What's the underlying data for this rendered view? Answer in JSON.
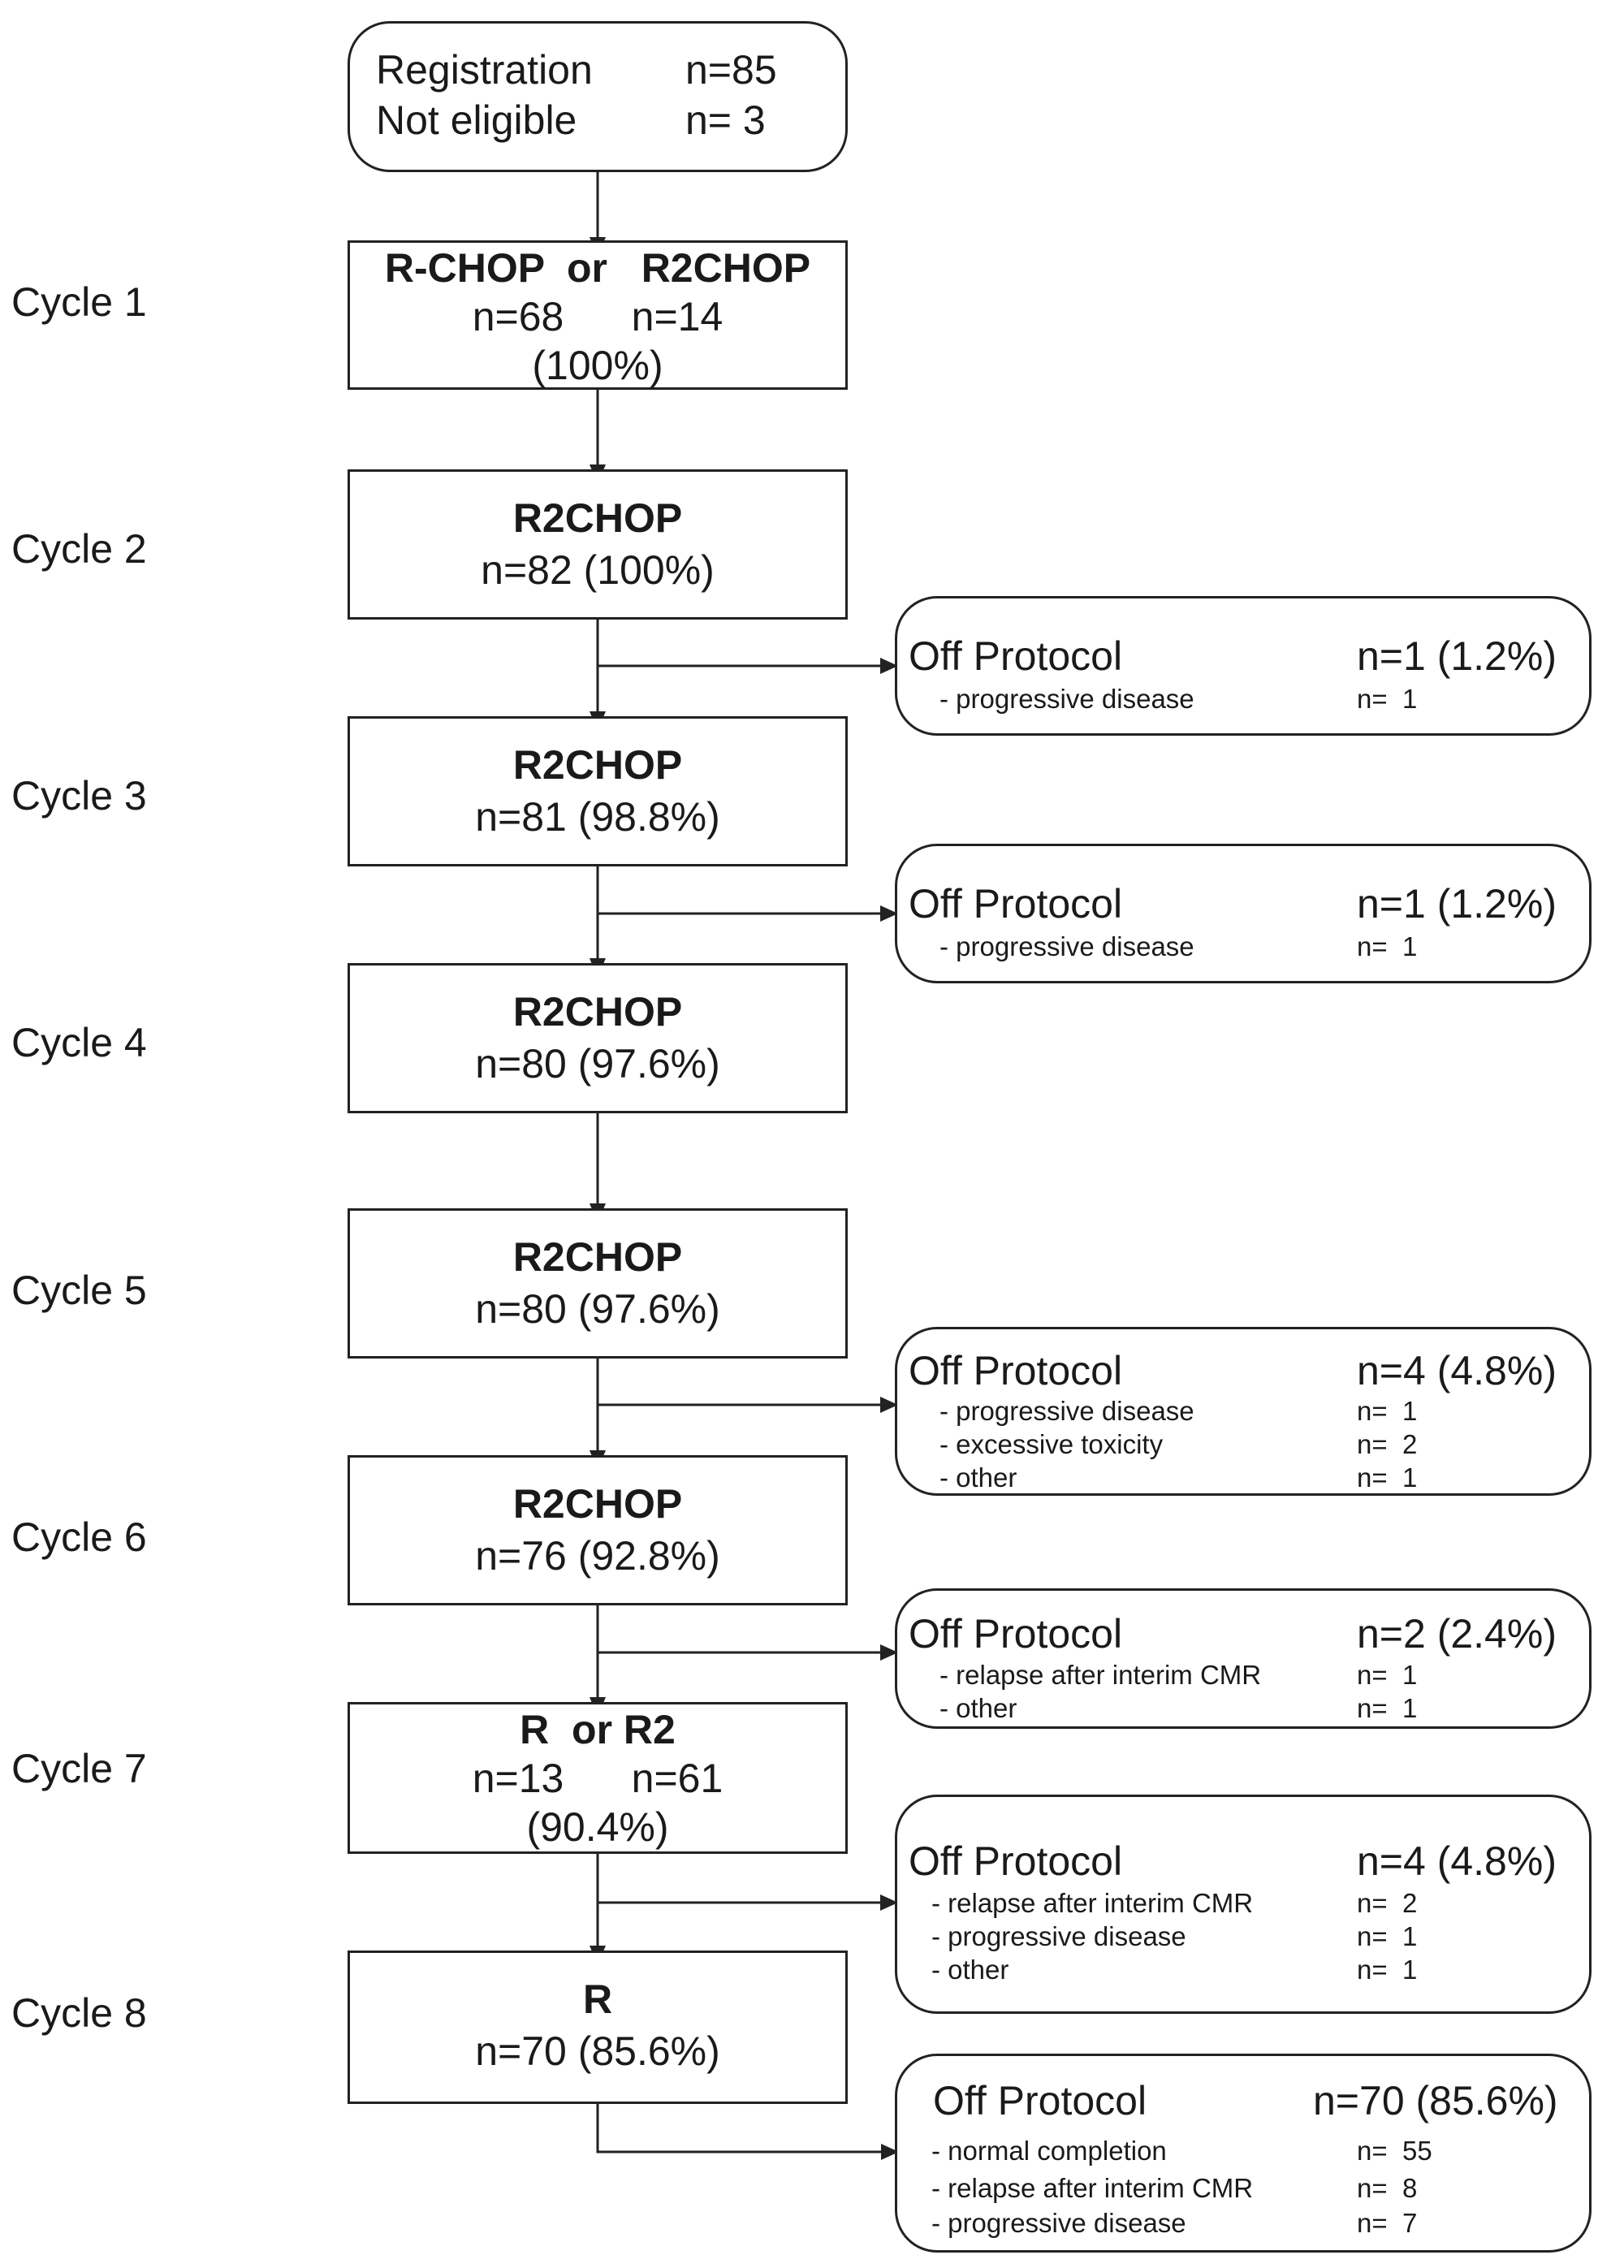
{
  "registration": {
    "rows": [
      {
        "label": "Registration",
        "value": "n=85"
      },
      {
        "label": "Not eligible",
        "value": "n=  3"
      }
    ]
  },
  "cycles": [
    {
      "label": "Cycle 1",
      "title": "R-CHOP  or   R2CHOP",
      "count_line": "n=68      n=14",
      "pct": "(100%)"
    },
    {
      "label": "Cycle 2",
      "title": "R2CHOP",
      "count_line": "n=82 (100%)"
    },
    {
      "label": "Cycle 3",
      "title": "R2CHOP",
      "count_line": "n=81 (98.8%)"
    },
    {
      "label": "Cycle 4",
      "title": "R2CHOP",
      "count_line": "n=80 (97.6%)"
    },
    {
      "label": "Cycle 5",
      "title": "R2CHOP",
      "count_line": "n=80 (97.6%)"
    },
    {
      "label": "Cycle 6",
      "title": "R2CHOP",
      "count_line": "n=76 (92.8%)"
    },
    {
      "label": "Cycle 7",
      "title": "R  or R2",
      "count_line": "n=13      n=61",
      "pct": "(90.4%)"
    },
    {
      "label": "Cycle 8",
      "title": "R",
      "count_line": "n=70 (85.6%)"
    }
  ],
  "off_protocol": [
    {
      "title": "Off Protocol",
      "total": "n=1 (1.2%)",
      "reasons": [
        {
          "reason": "- progressive disease",
          "n": "n=  1"
        }
      ]
    },
    {
      "title": "Off Protocol",
      "total": "n=1 (1.2%)",
      "reasons": [
        {
          "reason": "- progressive disease",
          "n": "n=  1"
        }
      ]
    },
    {
      "title": "Off Protocol",
      "total": "n=4 (4.8%)",
      "reasons": [
        {
          "reason": "- progressive disease",
          "n": "n=  1"
        },
        {
          "reason": "- excessive toxicity",
          "n": "n=  2"
        },
        {
          "reason": "- other",
          "n": "n=  1"
        }
      ]
    },
    {
      "title": "Off Protocol",
      "total": "n=2 (2.4%)",
      "reasons": [
        {
          "reason": "- relapse after interim CMR",
          "n": "n=  1"
        },
        {
          "reason": "- other",
          "n": "n=  1"
        }
      ]
    },
    {
      "title": "Off Protocol",
      "total": "n=4 (4.8%)",
      "reasons": [
        {
          "reason": "- relapse after interim CMR",
          "n": "n=  2"
        },
        {
          "reason": "- progressive disease",
          "n": "n=  1"
        },
        {
          "reason": "- other",
          "n": "n=  1"
        }
      ]
    },
    {
      "title": "Off Protocol",
      "total": "n=70 (85.6%)",
      "reasons": [
        {
          "reason": "- normal completion",
          "n": "n=  55"
        },
        {
          "reason": "- relapse after interim CMR",
          "n": "n=  8"
        },
        {
          "reason": "- progressive disease",
          "n": "n=  7"
        }
      ]
    }
  ]
}
